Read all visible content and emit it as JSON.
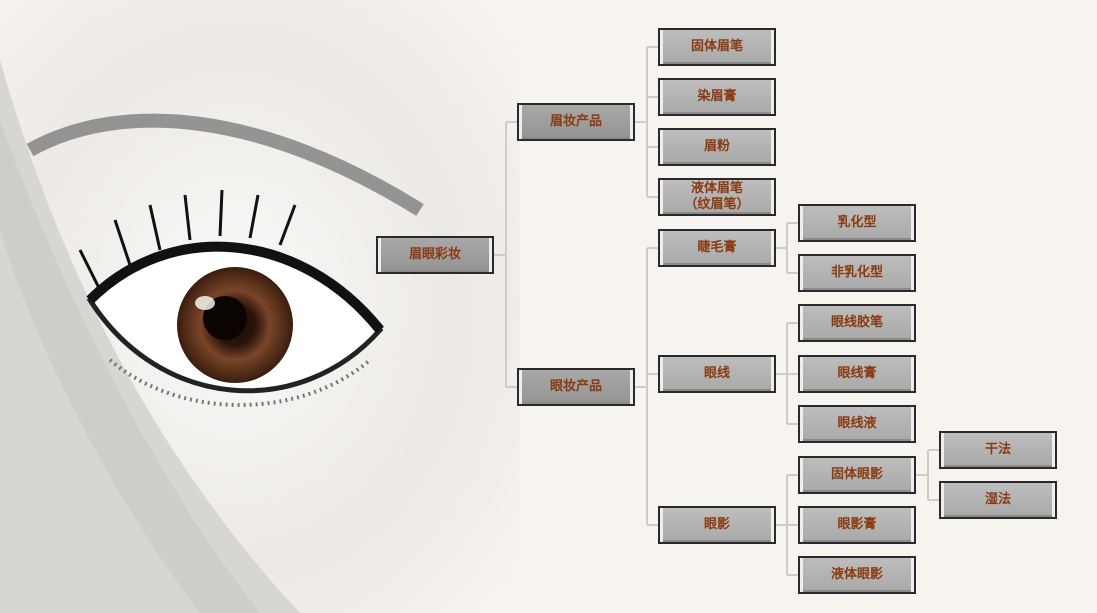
{
  "root": "眉眼彩妆",
  "brow": {
    "label": "眉妆产品",
    "children": [
      "固体眉笔",
      "染眉膏",
      "眉粉",
      "液体眉笔\n（纹眉笔）"
    ]
  },
  "eye": {
    "label": "眼妆产品",
    "mascara": {
      "label": "睫毛膏",
      "children": [
        "乳化型",
        "非乳化型"
      ]
    },
    "liner": {
      "label": "眼线",
      "children": [
        "眼线胶笔",
        "眼线膏",
        "眼线液"
      ]
    },
    "shadow": {
      "label": "眼影",
      "children": [
        "固体眼影",
        "眼影膏",
        "液体眼影"
      ],
      "solid_children": [
        "干法",
        "湿法"
      ]
    }
  }
}
